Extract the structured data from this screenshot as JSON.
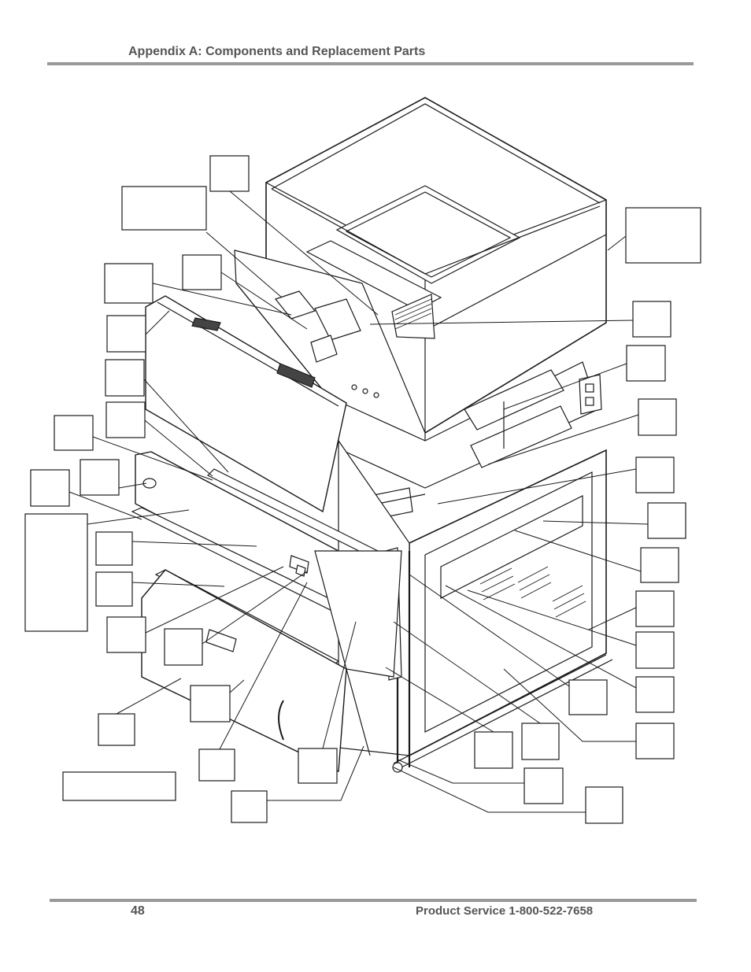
{
  "header": {
    "title": "Appendix A: Components and Replacement Parts"
  },
  "footer": {
    "page_number": "48",
    "service": "Product Service 1-800-522-7658"
  },
  "figure": {
    "subject": "exploded-view-parts-diagram",
    "callout_boxes": "empty"
  }
}
